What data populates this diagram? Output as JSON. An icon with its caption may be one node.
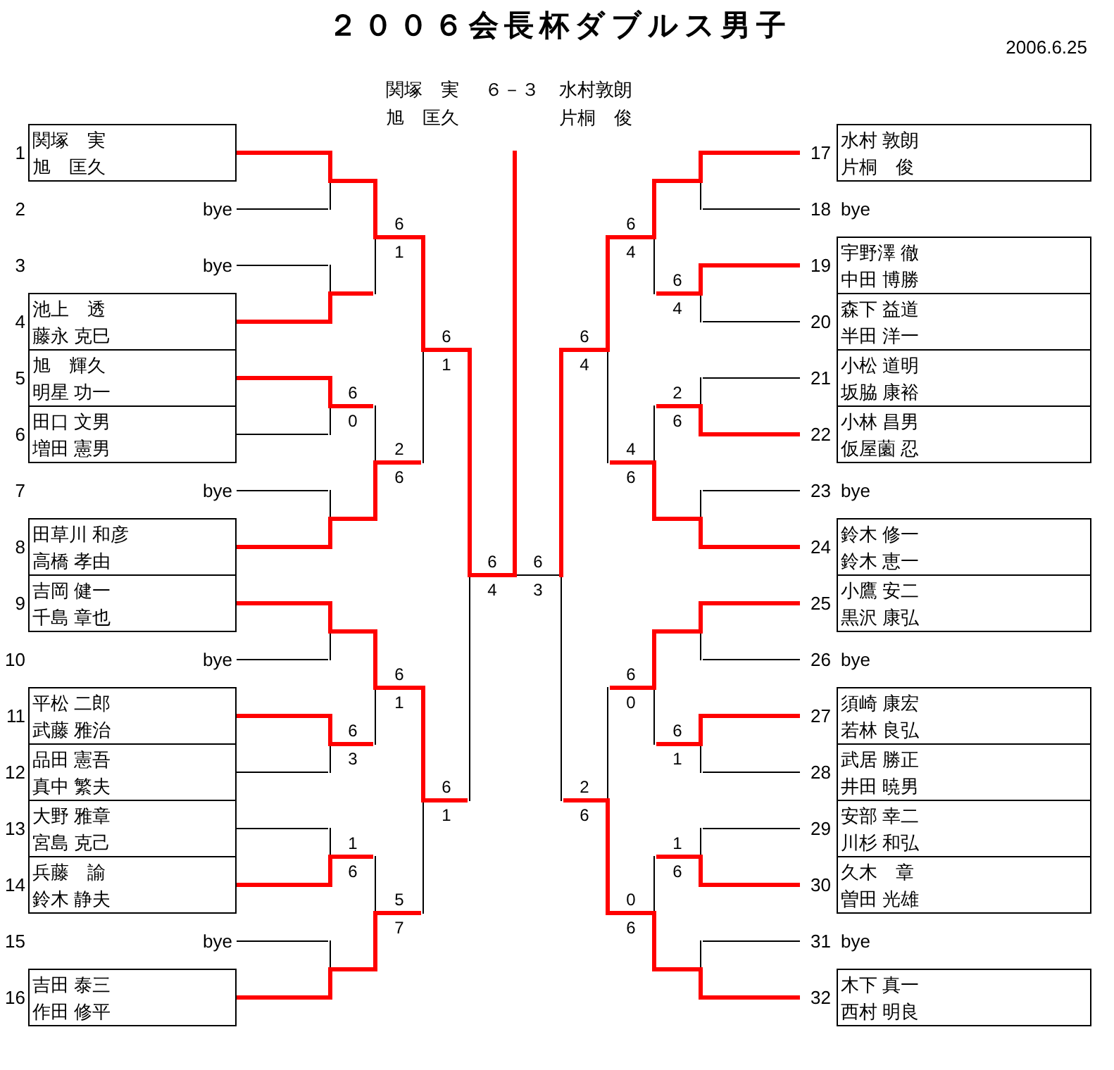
{
  "diagram": {
    "title": "２００６会長杯ダブルス男子",
    "nodes": [
      {
        "text": [
          "関塚　実",
          "旭　匡久"
        ],
        "beside": [
          "1"
        ]
      },
      {
        "text": [
          "bye"
        ],
        "beside": [
          "2"
        ]
      },
      {
        "text": [
          "bye"
        ],
        "beside": [
          "3"
        ]
      },
      {
        "text": [
          "池上　透",
          "藤永 克巳"
        ],
        "beside": [
          "4"
        ]
      },
      {
        "text": [
          "旭　輝久",
          "明星 功一"
        ],
        "beside": [
          "5"
        ]
      },
      {
        "text": [
          "田口 文男",
          "増田 憲男"
        ],
        "beside": [
          "6"
        ]
      },
      {
        "text": [
          "bye"
        ],
        "beside": [
          "7"
        ]
      },
      {
        "text": [
          "田草川 和彦",
          "高橋 孝由"
        ],
        "beside": [
          "8"
        ]
      },
      {
        "text": [
          "吉岡 健一",
          "千島 章也"
        ],
        "beside": [
          "9"
        ]
      },
      {
        "text": [
          "bye"
        ],
        "beside": [
          "10"
        ]
      },
      {
        "text": [
          "平松 二郎",
          "武藤 雅治"
        ],
        "beside": [
          "11"
        ]
      },
      {
        "text": [
          "品田 憲吾",
          "真中 繁夫"
        ],
        "beside": [
          "12"
        ]
      },
      {
        "text": [
          "大野 雅章",
          "宮島 克己"
        ],
        "beside": [
          "13"
        ]
      },
      {
        "text": [
          "兵藤　諭",
          "鈴木 静夫"
        ],
        "beside": [
          "14"
        ]
      },
      {
        "text": [
          "bye"
        ],
        "beside": [
          "15"
        ]
      },
      {
        "text": [
          "吉田 泰三",
          "作田 修平"
        ],
        "beside": [
          "16"
        ]
      },
      {
        "text": [
          "水村 敦朗",
          "片桐　俊"
        ],
        "beside": [
          "17"
        ]
      },
      {
        "text": [
          "bye"
        ],
        "beside": [
          "18"
        ]
      },
      {
        "text": [
          "宇野澤 徹",
          "中田 博勝"
        ],
        "beside": [
          "19"
        ]
      },
      {
        "text": [
          "森下 益道",
          "半田 洋一"
        ],
        "beside": [
          "20"
        ]
      },
      {
        "text": [
          "小松 道明",
          "坂脇 康裕"
        ],
        "beside": [
          "21"
        ]
      },
      {
        "text": [
          "小林 昌男",
          "仮屋薗 忍"
        ],
        "beside": [
          "22"
        ]
      },
      {
        "text": [
          "bye"
        ],
        "beside": [
          "23"
        ]
      },
      {
        "text": [
          "鈴木 修一",
          "鈴木 恵一"
        ],
        "beside": [
          "24"
        ]
      },
      {
        "text": [
          "小鷹 安二",
          "黒沢 康弘"
        ],
        "beside": [
          "25"
        ]
      },
      {
        "text": [
          "bye"
        ],
        "beside": [
          "26"
        ]
      },
      {
        "text": [
          "須崎 康宏",
          "若林 良弘"
        ],
        "beside": [
          "27"
        ]
      },
      {
        "text": [
          "武居 勝正",
          "井田 暁男"
        ],
        "beside": [
          "28"
        ]
      },
      {
        "text": [
          "安部 幸二",
          "川杉 和弘"
        ],
        "beside": [
          "29"
        ]
      },
      {
        "text": [
          "久木　章",
          "曽田 光雄"
        ],
        "beside": [
          "30"
        ]
      },
      {
        "text": [
          "bye"
        ],
        "beside": [
          "31"
        ]
      },
      {
        "text": [
          "木下 真一",
          "西村 明良"
        ],
        "beside": [
          "32"
        ]
      },
      {
        "text": [],
        "shape": "bar"
      },
      {
        "text": [],
        "shape": "bar"
      },
      {
        "text": [],
        "shape": "bar",
        "beside": [
          "6",
          "0"
        ]
      },
      {
        "text": [],
        "shape": "bar"
      },
      {
        "text": [],
        "shape": "bar"
      },
      {
        "text": [],
        "shape": "bar",
        "beside": [
          "6",
          "3"
        ]
      },
      {
        "text": [],
        "shape": "bar",
        "beside": [
          "1",
          "6"
        ]
      },
      {
        "text": [],
        "shape": "bar"
      },
      {
        "text": [],
        "shape": "bar",
        "beside": [
          "6",
          "1"
        ]
      },
      {
        "text": [],
        "shape": "bar",
        "beside": [
          "2",
          "6"
        ]
      },
      {
        "text": [],
        "shape": "bar",
        "beside": [
          "6",
          "1"
        ]
      },
      {
        "text": [],
        "shape": "bar",
        "beside": [
          "5",
          "7"
        ]
      },
      {
        "text": [],
        "shape": "bar",
        "beside": [
          "6",
          "1"
        ]
      },
      {
        "text": [],
        "shape": "bar",
        "beside": [
          "6",
          "1"
        ]
      },
      {
        "text": [],
        "shape": "bar",
        "beside": [
          "6",
          "4"
        ]
      },
      {
        "text": [],
        "shape": "bar"
      },
      {
        "text": [],
        "shape": "bar",
        "beside": [
          "6",
          "4"
        ]
      },
      {
        "text": [],
        "shape": "bar",
        "beside": [
          "2",
          "6"
        ]
      },
      {
        "text": [],
        "shape": "bar"
      },
      {
        "text": [],
        "shape": "bar"
      },
      {
        "text": [],
        "shape": "bar",
        "beside": [
          "6",
          "1"
        ]
      },
      {
        "text": [],
        "shape": "bar",
        "beside": [
          "1",
          "6"
        ]
      },
      {
        "text": [],
        "shape": "bar"
      },
      {
        "text": [],
        "shape": "bar",
        "beside": [
          "6",
          "4"
        ]
      },
      {
        "text": [],
        "shape": "bar",
        "beside": [
          "4",
          "6"
        ]
      },
      {
        "text": [],
        "shape": "bar",
        "beside": [
          "6",
          "0"
        ]
      },
      {
        "text": [],
        "shape": "bar",
        "beside": [
          "0",
          "6"
        ]
      },
      {
        "text": [],
        "shape": "bar",
        "beside": [
          "6",
          "4"
        ]
      },
      {
        "text": [],
        "shape": "bar",
        "beside": [
          "2",
          "6"
        ]
      },
      {
        "text": [],
        "shape": "bar",
        "beside": [
          "6",
          "3"
        ]
      },
      {
        "text": [],
        "shape": "bar"
      }
    ],
    "edges": [
      {
        "from": 0,
        "to": 32,
        "arrow": "none"
      },
      {
        "from": 1,
        "to": 32,
        "arrow": "none",
        "color": "#000000"
      },
      {
        "from": 2,
        "to": 33,
        "arrow": "none",
        "color": "#000000"
      },
      {
        "from": 3,
        "to": 33,
        "arrow": "none"
      },
      {
        "from": 4,
        "to": 34,
        "arrow": "none"
      },
      {
        "from": 5,
        "to": 34,
        "arrow": "none",
        "color": "#000000"
      },
      {
        "from": 6,
        "to": 35,
        "arrow": "none",
        "color": "#000000"
      },
      {
        "from": 7,
        "to": 35,
        "arrow": "none"
      },
      {
        "from": 8,
        "to": 36,
        "arrow": "none"
      },
      {
        "from": 9,
        "to": 36,
        "arrow": "none",
        "color": "#000000"
      },
      {
        "from": 10,
        "to": 37,
        "arrow": "none"
      },
      {
        "from": 11,
        "to": 37,
        "arrow": "none",
        "color": "#000000"
      },
      {
        "from": 12,
        "to": 38,
        "arrow": "none",
        "color": "#000000"
      },
      {
        "from": 13,
        "to": 38,
        "arrow": "none"
      },
      {
        "from": 14,
        "to": 39,
        "arrow": "none",
        "color": "#000000"
      },
      {
        "from": 15,
        "to": 39,
        "arrow": "none"
      },
      {
        "from": 16,
        "to": 47,
        "arrow": "none"
      },
      {
        "from": 17,
        "to": 47,
        "arrow": "none",
        "color": "#000000"
      },
      {
        "from": 18,
        "to": 48,
        "arrow": "none"
      },
      {
        "from": 19,
        "to": 48,
        "arrow": "none",
        "color": "#000000"
      },
      {
        "from": 20,
        "to": 49,
        "arrow": "none",
        "color": "#000000"
      },
      {
        "from": 21,
        "to": 49,
        "arrow": "none"
      },
      {
        "from": 22,
        "to": 50,
        "arrow": "none",
        "color": "#000000"
      },
      {
        "from": 23,
        "to": 50,
        "arrow": "none"
      },
      {
        "from": 24,
        "to": 51,
        "arrow": "none"
      },
      {
        "from": 25,
        "to": 51,
        "arrow": "none",
        "color": "#000000"
      },
      {
        "from": 26,
        "to": 52,
        "arrow": "none"
      },
      {
        "from": 27,
        "to": 52,
        "arrow": "none",
        "color": "#000000"
      },
      {
        "from": 28,
        "to": 53,
        "arrow": "none",
        "color": "#000000"
      },
      {
        "from": 29,
        "to": 53,
        "arrow": "none"
      },
      {
        "from": 30,
        "to": 54,
        "arrow": "none",
        "color": "#000000"
      },
      {
        "from": 31,
        "to": 54,
        "arrow": "none"
      },
      {
        "from": 32,
        "to": 40,
        "arrow": "none"
      },
      {
        "from": 33,
        "to": 40,
        "arrow": "none"
      },
      {
        "from": 34,
        "to": 41,
        "arrow": "none"
      },
      {
        "from": 35,
        "to": 41,
        "arrow": "none"
      },
      {
        "from": 36,
        "to": 42,
        "arrow": "none"
      },
      {
        "from": 37,
        "to": 42,
        "arrow": "none"
      },
      {
        "from": 38,
        "to": 43,
        "arrow": "none"
      },
      {
        "from": 39,
        "to": 43,
        "arrow": "none"
      },
      {
        "from": 40,
        "to": 44,
        "arrow": "none"
      },
      {
        "from": 41,
        "to": 44,
        "arrow": "none"
      },
      {
        "from": 42,
        "to": 45,
        "arrow": "none"
      },
      {
        "from": 43,
        "to": 45,
        "arrow": "none"
      },
      {
        "from": 44,
        "to": 46,
        "arrow": "none"
      },
      {
        "from": 45,
        "to": 46,
        "arrow": "none"
      },
      {
        "from": 46,
        "to": 62,
        "arrow": "none"
      },
      {
        "from": 47,
        "to": 55,
        "arrow": "none"
      },
      {
        "from": 48,
        "to": 55,
        "arrow": "none"
      },
      {
        "from": 49,
        "to": 56,
        "arrow": "none"
      },
      {
        "from": 50,
        "to": 56,
        "arrow": "none"
      },
      {
        "from": 51,
        "to": 57,
        "arrow": "none"
      },
      {
        "from": 52,
        "to": 57,
        "arrow": "none"
      },
      {
        "from": 53,
        "to": 58,
        "arrow": "none"
      },
      {
        "from": 54,
        "to": 58,
        "arrow": "none"
      },
      {
        "from": 55,
        "to": 59,
        "arrow": "none"
      },
      {
        "from": 56,
        "to": 59,
        "arrow": "none"
      },
      {
        "from": 57,
        "to": 60,
        "arrow": "none"
      },
      {
        "from": 58,
        "to": 60,
        "arrow": "none"
      },
      {
        "from": 59,
        "to": 61,
        "arrow": "none"
      },
      {
        "from": 60,
        "to": 61,
        "arrow": "none"
      },
      {
        "from": 61,
        "to": 62,
        "arrow": "none",
        "color": "#000000"
      }
    ],
    "labels": [
      "2006.6.25",
      "関塚　実",
      "６－３",
      "水村敦朗",
      "旭　匡久",
      "片桐　俊"
    ]
  }
}
